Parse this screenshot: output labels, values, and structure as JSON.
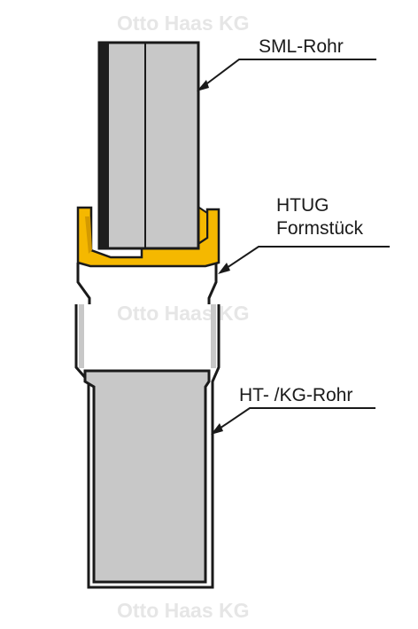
{
  "watermarks": [
    "Otto Haas KG",
    "Otto Haas KG",
    "Otto Haas KG"
  ],
  "labels": {
    "sml_rohr": "SML-Rohr",
    "htug_line1": "HTUG",
    "htug_line2": "Formstück",
    "ht_kg_rohr": "HT- /KG-Rohr"
  },
  "colors": {
    "pipe_fill": "#c8c8c8",
    "pipe_outline": "#1a1a1a",
    "fitting": "#f5b800",
    "fitting_shadow": "#d49a00"
  }
}
